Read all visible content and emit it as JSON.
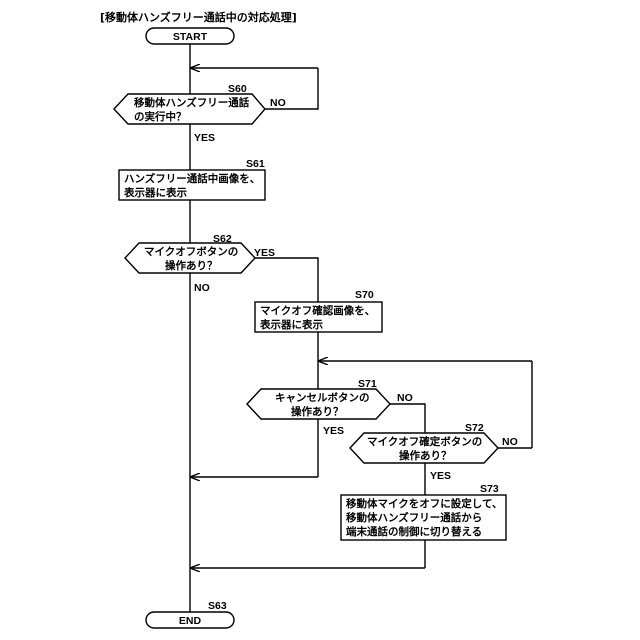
{
  "title": "[移動体ハンズフリー通話中の対応処理]",
  "start": "START",
  "end": "END",
  "steps": {
    "s60": {
      "id": "S60",
      "lines": [
        "移動体ハンズフリー通話",
        "の実行中？"
      ],
      "yes": "YES",
      "no": "NO"
    },
    "s61": {
      "id": "S61",
      "lines": [
        "ハンズフリー通話中画像を、",
        "表示器に表示"
      ]
    },
    "s62": {
      "id": "S62",
      "lines": [
        "マイクオフボタンの",
        "操作あり？"
      ],
      "yes": "YES",
      "no": "NO"
    },
    "s70": {
      "id": "S70",
      "lines": [
        "マイクオフ確認画像を、",
        "表示器に表示"
      ]
    },
    "s71": {
      "id": "S71",
      "lines": [
        "キャンセルボタンの",
        "操作あり？"
      ],
      "yes": "YES",
      "no": "NO"
    },
    "s72": {
      "id": "S72",
      "lines": [
        "マイクオフ確定ボタンの",
        "操作あり？"
      ],
      "yes": "YES",
      "no": "NO"
    },
    "s73": {
      "id": "S73",
      "lines": [
        "移動体マイクをオフに設定して、",
        "移動体ハンズフリー通話から",
        "端末通話の制御に切り替える"
      ]
    },
    "s63": {
      "id": "S63"
    }
  }
}
